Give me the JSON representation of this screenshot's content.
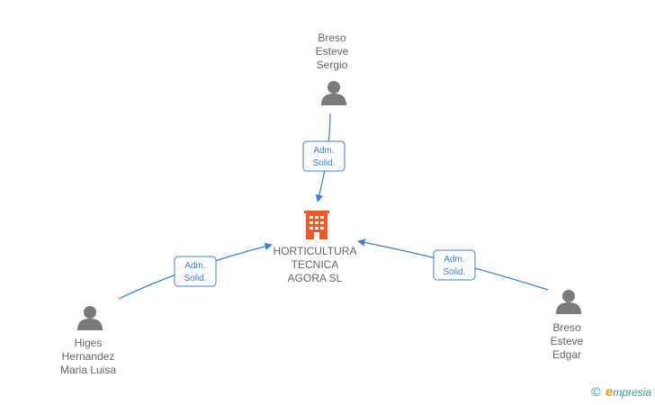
{
  "company": {
    "lines": [
      "HORTICULTURA",
      "TECNICA",
      "AGORA SL"
    ],
    "icon": "building-icon",
    "color": "#f05a28"
  },
  "people": [
    {
      "id": "top",
      "lines": [
        "Breso",
        "Esteve",
        "Sergio"
      ],
      "icon": "person-icon"
    },
    {
      "id": "left",
      "lines": [
        "Higes",
        "Hernandez",
        "Maria Luisa"
      ],
      "icon": "person-icon"
    },
    {
      "id": "right",
      "lines": [
        "Breso",
        "Esteve",
        "Edgar"
      ],
      "icon": "person-icon"
    }
  ],
  "relations": [
    {
      "from": "top",
      "lines": [
        "Adm.",
        "Solid."
      ]
    },
    {
      "from": "left",
      "lines": [
        "Adm.",
        "Solid."
      ]
    },
    {
      "from": "right",
      "lines": [
        "Adm.",
        "Solid."
      ]
    }
  ],
  "colors": {
    "edge": "#3a7fd5",
    "person": "#7a7a7a",
    "label": "#666666"
  },
  "watermark": {
    "copyright": "©",
    "initial": "e",
    "brand": "mpresia"
  }
}
